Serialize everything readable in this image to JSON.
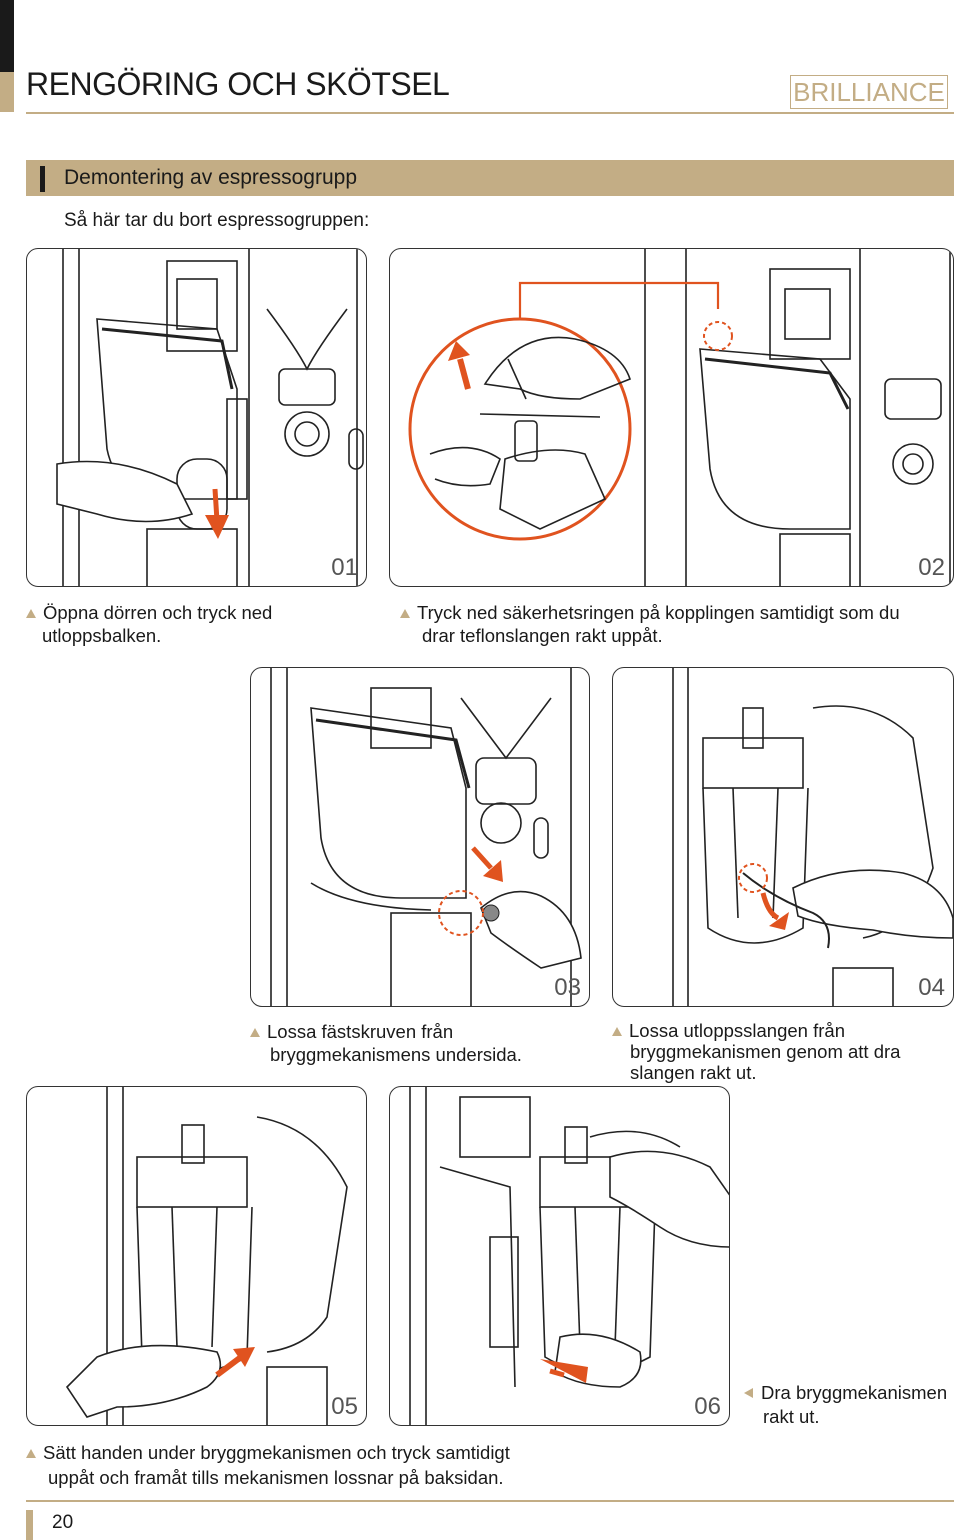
{
  "header": {
    "title": "RENGÖRING OCH SKÖTSEL",
    "brand": "BRILLIANCE"
  },
  "section": {
    "title": "Demontering av espressogrupp",
    "intro": "Så här tar du bort espressogruppen:"
  },
  "steps": [
    {
      "number": "01",
      "caption_lines": [
        "Öppna dörren och tryck ned",
        "utloppsbalken."
      ]
    },
    {
      "number": "02",
      "caption_lines": [
        "Tryck ned säkerhetsringen på kopplingen samtidigt som du",
        "drar teflonslangen rakt uppåt."
      ]
    },
    {
      "number": "03",
      "caption_lines": [
        "Lossa fästskruven från",
        "bryggmekanismens undersida."
      ]
    },
    {
      "number": "04",
      "caption_lines": [
        "Lossa utloppsslangen från",
        "bryggmekanismen genom att dra",
        "slangen rakt ut."
      ]
    },
    {
      "number": "05",
      "caption_lines": [
        "Sätt handen under bryggmekanismen och tryck samtidigt",
        "uppåt och framåt tills mekanismen lossnar på baksidan."
      ]
    },
    {
      "number": "06",
      "caption_lines": [
        "Dra bryggmekanismen",
        "rakt ut."
      ]
    }
  ],
  "footer": {
    "page_number": "20"
  },
  "colors": {
    "accent_gold": "#c3ad85",
    "arrow_orange": "#e0531f",
    "text": "#1a1a1a"
  },
  "icons": [
    "up-triangle-bullet-icon",
    "left-triangle-bullet-icon",
    "orange-arrow-icon"
  ]
}
